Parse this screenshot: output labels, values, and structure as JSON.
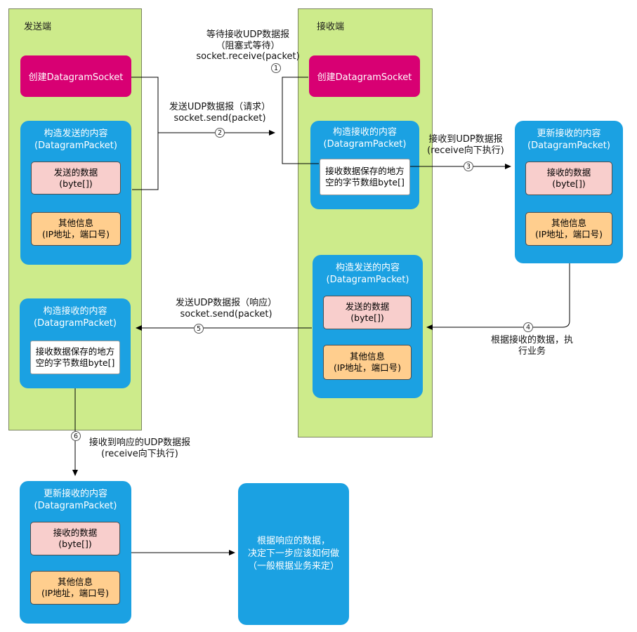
{
  "colors": {
    "green": "#cdeb8b",
    "magenta": "#d80073",
    "blue": "#1ba1e2",
    "pink": "#f8cecc",
    "orange": "#ffce8e"
  },
  "sender": {
    "title": "发送端",
    "create_socket": "创建DatagramSocket",
    "send_box": {
      "title": "构造发送的内容\n(DatagramPacket)",
      "data": "发送的数据\n(byte[])",
      "info": "其他信息\n(IP地址，端口号)"
    },
    "receive_box": {
      "title": "构造接收的内容\n(DatagramPacket)",
      "buffer": "接收数据保存的地方\n空的字节数组byte[]"
    }
  },
  "receiver": {
    "title": "接收端",
    "create_socket": "创建DatagramSocket",
    "receive_box": {
      "title": "构造接收的内容\n(DatagramPacket)",
      "buffer": "接收数据保存的地方\n空的字节数组byte[]"
    },
    "send_box": {
      "title": "构造发送的内容\n(DatagramPacket)",
      "data": "发送的数据\n(byte[])",
      "info": "其他信息\n(IP地址，端口号)"
    }
  },
  "updated_receive_right": {
    "title": "更新接收的内容\n(DatagramPacket)",
    "data": "接收的数据\n(byte[])",
    "info": "其他信息\n(IP地址，端口号)"
  },
  "updated_receive_bottom": {
    "title": "更新接收的内容\n(DatagramPacket)",
    "data": "接收的数据\n(byte[])",
    "info": "其他信息\n(IP地址，端口号)"
  },
  "decision_box": {
    "text": "根据响应的数据，\n决定下一步应该如何做\n（一般根据业务来定）"
  },
  "steps": {
    "wait_receive": {
      "num": "1",
      "label": "等待接收UDP数据报\n（阻塞式等待）\nsocket.receive(packet)"
    },
    "send_request": {
      "num": "2",
      "label": "发送UDP数据报（请求）\nsocket.send(packet)"
    },
    "received": {
      "num": "3",
      "label": "接收到UDP数据报\n(receive向下执行)"
    },
    "process": {
      "num": "4",
      "label": "根据接收的数据，执\n行业务"
    },
    "send_response": {
      "num": "5",
      "label": "发送UDP数据报（响应）\nsocket.send(packet)"
    },
    "receive_response": {
      "num": "6",
      "label": "接收到响应的UDP数据报\n(receive向下执行)"
    }
  }
}
